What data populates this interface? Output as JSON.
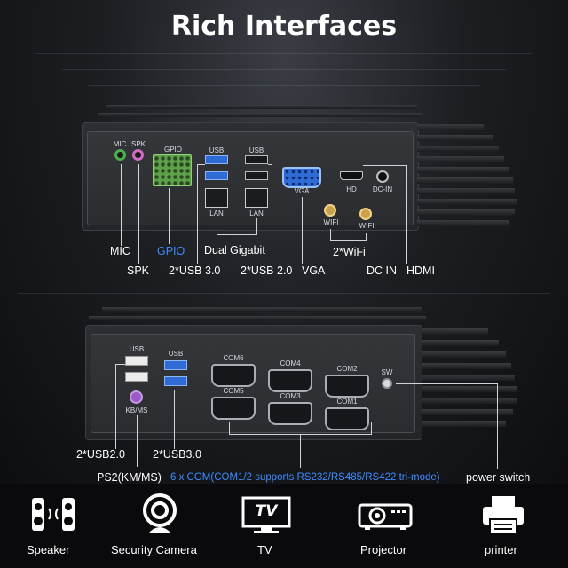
{
  "title": "Rich Interfaces",
  "top_panel": {
    "port_labels": {
      "mic": "MIC",
      "spk": "SPK",
      "gpio": "GPIO",
      "usb_a": "USB",
      "usb_b": "USB",
      "lan_a": "LAN",
      "lan_b": "LAN",
      "vga": "VGA",
      "hd": "HD",
      "dc_in": "DC-IN",
      "wifi_a": "WIFI",
      "wifi_b": "WIFI"
    },
    "callouts": {
      "mic": "MIC",
      "spk": "SPK",
      "gpio": "GPIO",
      "dual_gigabit": "Dual Gigabit",
      "usb30": "2*USB 3.0",
      "usb20": "2*USB 2.0",
      "vga": "VGA",
      "wifi": "2*WiFi",
      "dc_in": "DC IN",
      "hdmi": "HDMI"
    }
  },
  "bottom_panel": {
    "port_labels": {
      "usb_a": "USB",
      "usb_b": "USB",
      "kbms": "KB/MS",
      "com6": "COM6",
      "com4": "COM4",
      "com2": "COM2",
      "com5": "COM5",
      "com3": "COM3",
      "com1": "COM1",
      "sw": "SW"
    },
    "callouts": {
      "usb20": "2*USB2.0",
      "usb30": "2*USB3.0",
      "ps2": "PS2(KM/MS)",
      "com_note": "6 x COM(COM1/2 supports RS232/RS485/RS422 tri-mode)",
      "power": "power switch"
    }
  },
  "applications": [
    {
      "label": "Speaker",
      "icon": "speaker-icon"
    },
    {
      "label": "Security Camera",
      "icon": "security-camera-icon"
    },
    {
      "label": "TV",
      "icon": "tv-icon"
    },
    {
      "label": "Projector",
      "icon": "projector-icon"
    },
    {
      "label": "printer",
      "icon": "printer-icon"
    }
  ],
  "tv_icon_text": "TV",
  "colors": {
    "accent_blue": "#3d8cff",
    "usb3_blue": "#2f6bd6",
    "gpio_green": "#5fa04a",
    "mic_green": "#4caf50",
    "spk_pink": "#d06cc7",
    "kbms_purple": "#9b59c9",
    "wifi_gold": "#c9a24a"
  }
}
